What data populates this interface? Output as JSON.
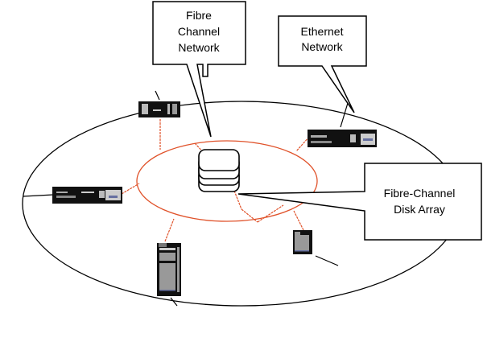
{
  "diagram": {
    "type": "network-topology",
    "colors": {
      "ethernet": "#000000",
      "fibre_channel": "#e0522a",
      "device_dark": "#111111",
      "device_gray": "#a0a0a0",
      "callout_fill": "#ffffff"
    },
    "callouts": [
      {
        "id": "fibre-channel-network",
        "lines": [
          "Fibre",
          "Channel",
          "Network"
        ]
      },
      {
        "id": "ethernet-network",
        "lines": [
          "Ethernet",
          "Network"
        ]
      },
      {
        "id": "fibre-channel-disk-array",
        "lines": [
          "Fibre-Channel",
          "Disk Array"
        ]
      }
    ],
    "nodes": [
      {
        "id": "server-top",
        "icon": "desktop-server-icon"
      },
      {
        "id": "server-right",
        "icon": "rack-server-icon"
      },
      {
        "id": "server-left",
        "icon": "rack-server-icon"
      },
      {
        "id": "server-tower",
        "icon": "tower-server-icon"
      },
      {
        "id": "server-small",
        "icon": "small-server-icon"
      },
      {
        "id": "disk-array",
        "icon": "disk-stack-icon"
      }
    ],
    "networks": [
      {
        "id": "ethernet-ring",
        "label": "Ethernet Network"
      },
      {
        "id": "fibre-ring",
        "label": "Fibre Channel Network"
      }
    ]
  }
}
